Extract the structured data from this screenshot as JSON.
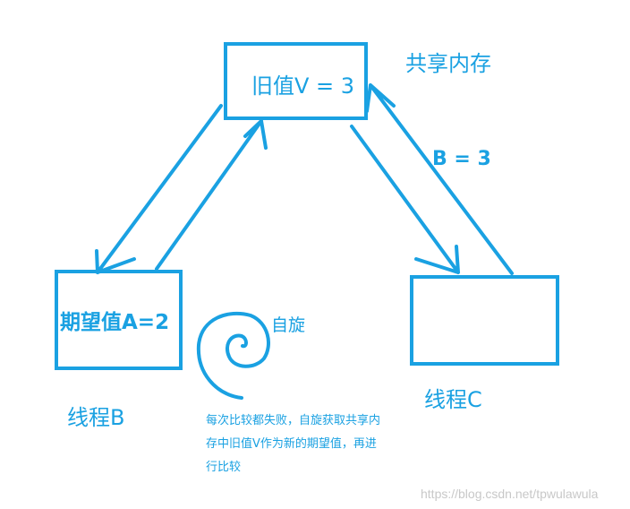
{
  "colors": {
    "stroke": "#1aa1e2",
    "text": "#1aa1e2",
    "watermark": "#c8c8c8",
    "background": "#ffffff"
  },
  "memory": {
    "label": "旧值V = 3",
    "title": "共享内存"
  },
  "thread_b": {
    "expected": "期望值A=2",
    "name": "线程B"
  },
  "thread_c": {
    "update": "B = 3",
    "name": "线程C"
  },
  "spin": {
    "label": "自旋",
    "note_lines": [
      "每次比较都失败，自旋获取共享内",
      "存中旧值V作为新的期望值，再进",
      "行比较"
    ]
  },
  "watermark": "https://blog.csdn.net/tpwulawula"
}
